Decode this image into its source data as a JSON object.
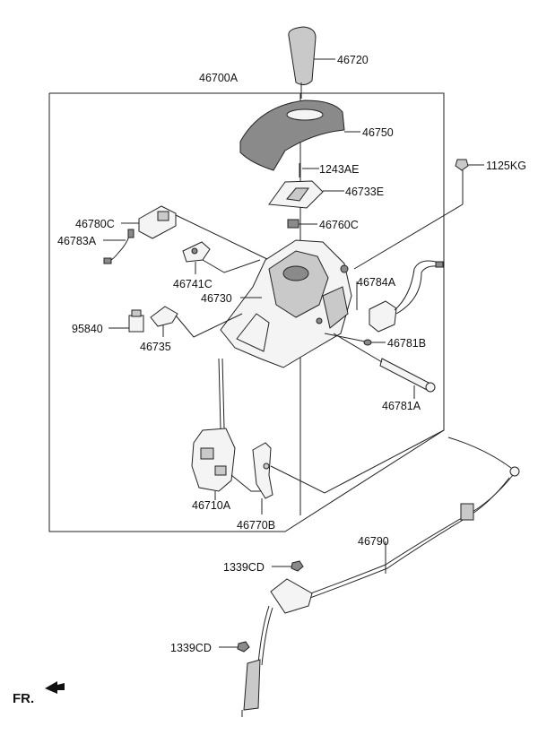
{
  "labels": {
    "p46720": "46720",
    "p46700A": "46700A",
    "p46750": "46750",
    "p1243AE": "1243AE",
    "p1125KG": "1125KG",
    "p46733E": "46733E",
    "p46780C": "46780C",
    "p46760C": "46760C",
    "p46783A": "46783A",
    "p46784A": "46784A",
    "p46741C": "46741C",
    "p46730": "46730",
    "p95840": "95840",
    "p46735": "46735",
    "p46781B": "46781B",
    "p46781A": "46781A",
    "p46710A": "46710A",
    "p46770B": "46770B",
    "p46790": "46790",
    "p1339CD_a": "1339CD",
    "p1339CD_b": "1339CD",
    "fr": "FR."
  }
}
